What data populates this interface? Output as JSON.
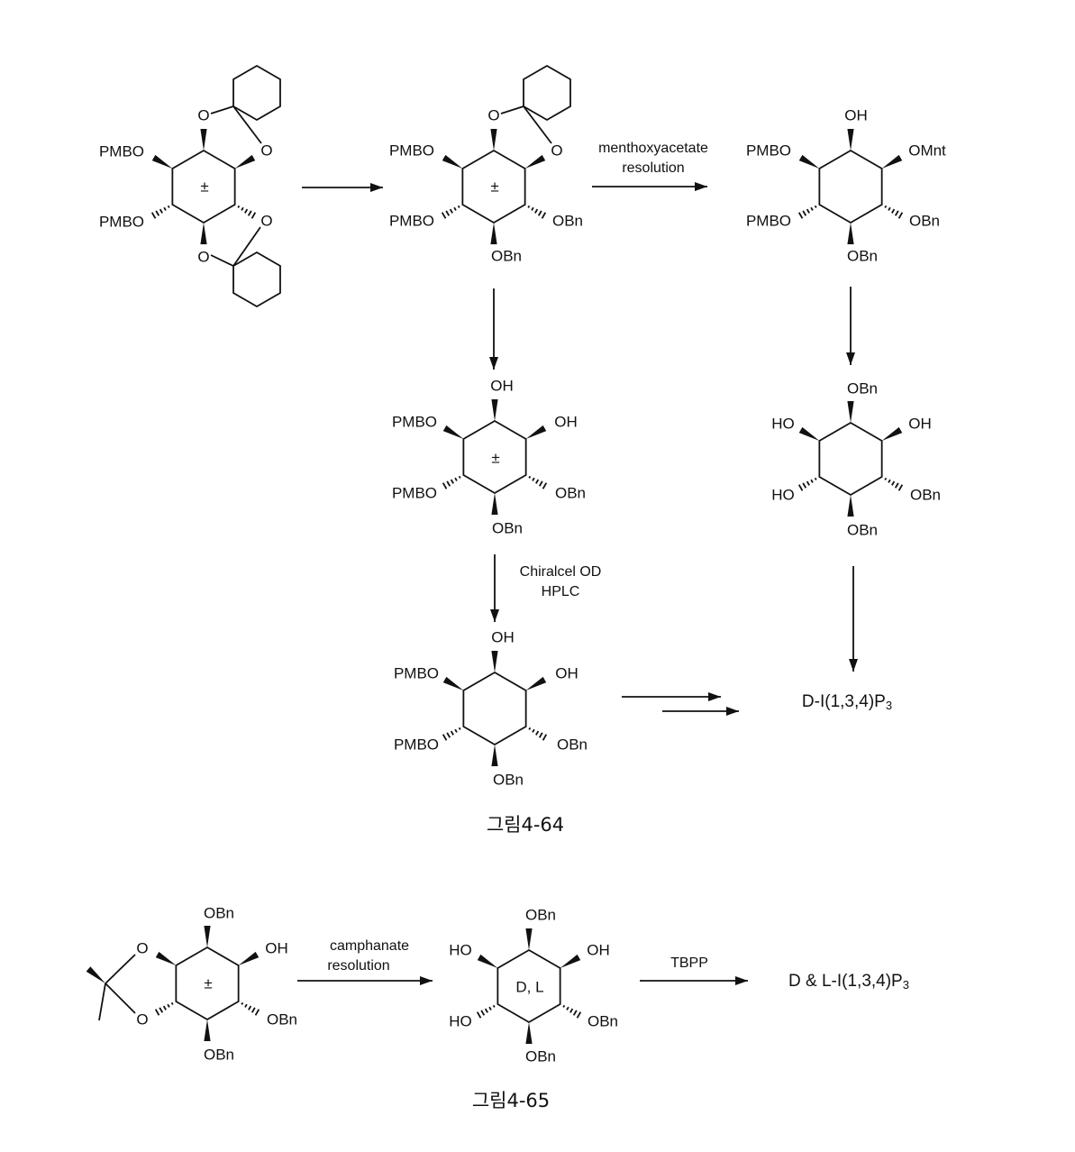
{
  "scheme1": {
    "caption": "그림4-64",
    "mol1": {
      "o_top": "O",
      "o_right": "O",
      "o_lr": "O",
      "o_bottom": "O",
      "pmbo_ul": "PMBO",
      "pmbo_ll": "PMBO",
      "stereo": "±"
    },
    "mol2": {
      "o_top": "O",
      "o_right": "O",
      "pmbo_ul": "PMBO",
      "pmbo_ll": "PMBO",
      "obn_lr": "OBn",
      "obn_bottom": "OBn",
      "stereo": "±"
    },
    "arrow2": {
      "line1": "menthoxyacetate",
      "line2": "resolution"
    },
    "mol3": {
      "oh_top": "OH",
      "omnt": "OMnt",
      "pmbo_ul": "PMBO",
      "pmbo_ll": "PMBO",
      "obn_lr": "OBn",
      "obn_bottom": "OBn"
    },
    "mol4": {
      "oh_top": "OH",
      "oh_right": "OH",
      "pmbo_ul": "PMBO",
      "pmbo_ll": "PMBO",
      "obn_lr": "OBn",
      "obn_bottom": "OBn",
      "stereo": "±"
    },
    "mol5": {
      "obn_top": "OBn",
      "oh_right": "OH",
      "ho_ul": "HO",
      "ho_ll": "HO",
      "obn_lr": "OBn",
      "obn_bottom": "OBn"
    },
    "arrow4": {
      "line1": "Chiralcel OD",
      "line2": "HPLC"
    },
    "mol6": {
      "oh_top": "OH",
      "oh_right": "OH",
      "pmbo_ul": "PMBO",
      "pmbo_ll": "PMBO",
      "obn_lr": "OBn",
      "obn_bottom": "OBn"
    },
    "product": {
      "text": "D-I(1,3,4)P",
      "sub": "3"
    }
  },
  "scheme2": {
    "caption": "그림4-65",
    "mol7": {
      "obn_top": "OBn",
      "oh_right": "OH",
      "o_ul": "O",
      "o_ll": "O",
      "obn_lr": "OBn",
      "obn_bottom": "OBn",
      "stereo": "±"
    },
    "arrow1": {
      "line1": "camphanate",
      "line2": "resolution"
    },
    "mol8": {
      "obn_top": "OBn",
      "oh_right": "OH",
      "ho_ul": "HO",
      "ho_ll": "HO",
      "obn_lr": "OBn",
      "obn_bottom": "OBn",
      "stereo": "D, L"
    },
    "arrow2": {
      "label": "TBPP"
    },
    "product": {
      "text": "D & L-I(1,3,4)P",
      "sub": "3"
    }
  }
}
